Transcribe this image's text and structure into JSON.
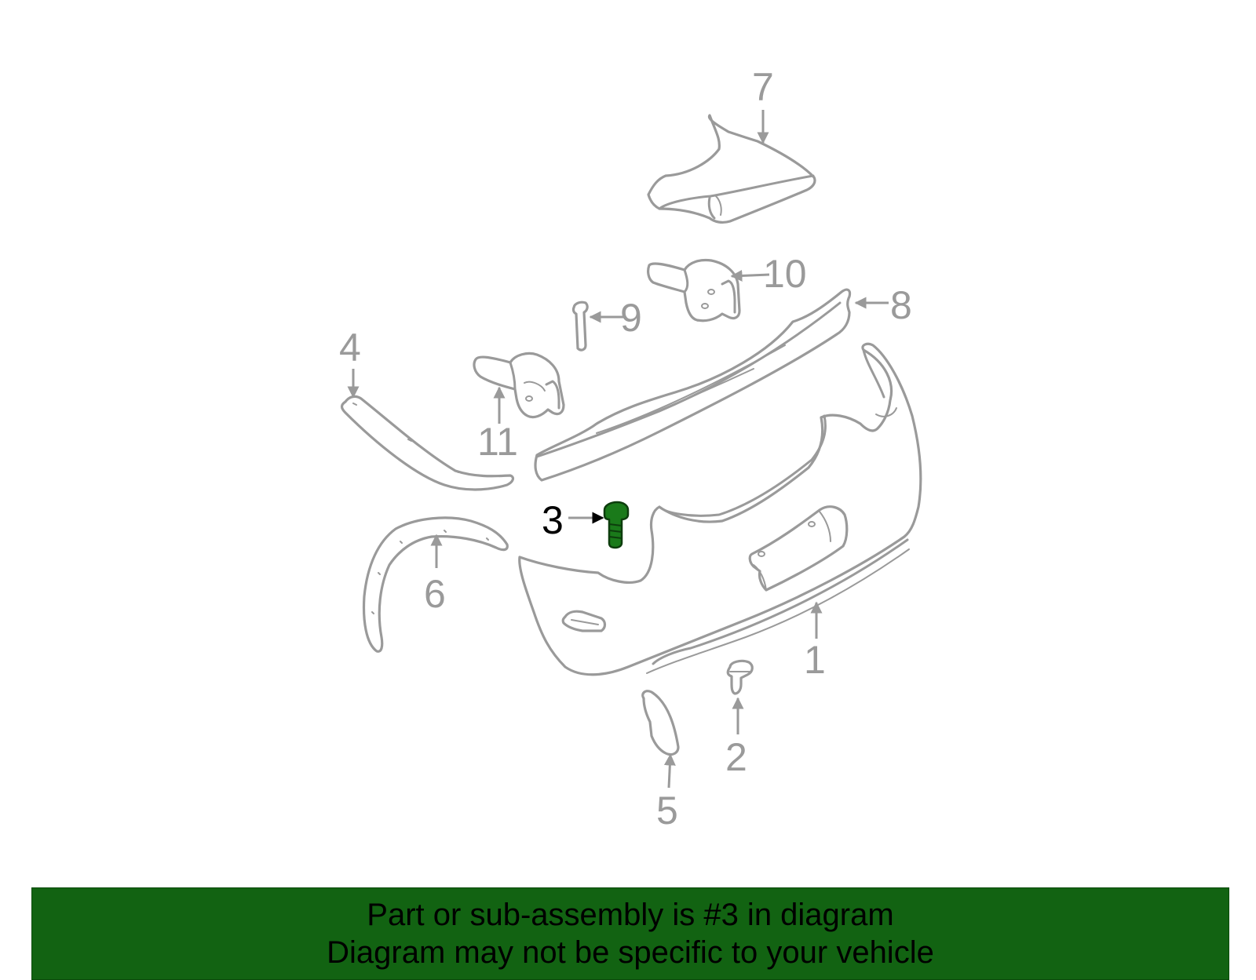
{
  "callouts": {
    "c1": "1",
    "c2": "2",
    "c3": "3",
    "c4": "4",
    "c5": "5",
    "c6": "6",
    "c7": "7",
    "c8": "8",
    "c9": "9",
    "c10": "10",
    "c11": "11"
  },
  "highlighted_part": "3",
  "banner": {
    "line1": "Part or sub-assembly is #3 in diagram",
    "line2": "Diagram may not be specific to your vehicle"
  },
  "colors": {
    "part_stroke": "#9a9a9a",
    "highlight_fill": "#1a7a1a",
    "banner_background": "#126312",
    "active_callout": "#000000"
  }
}
